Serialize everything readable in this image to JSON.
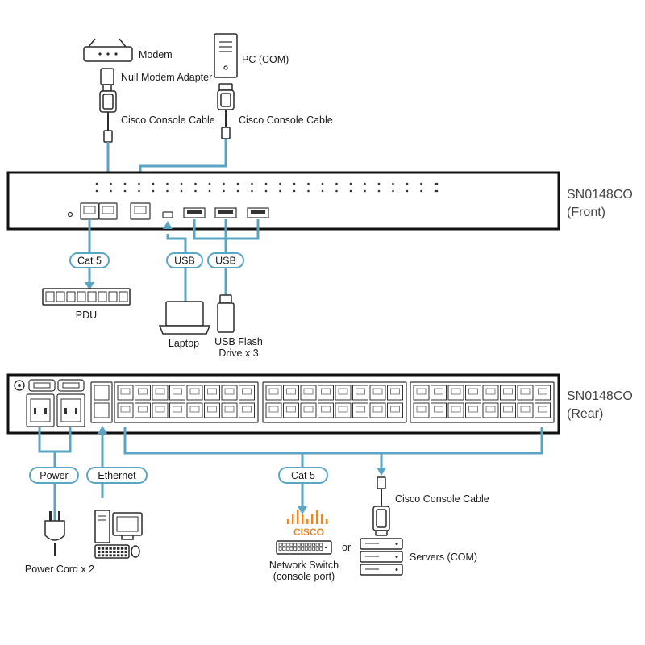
{
  "colors": {
    "cable": "#5aa5c4",
    "cisco_logo": "#e8862a",
    "outline": "#2b2b2b"
  },
  "front": {
    "model": "SN0148CO",
    "view": "(Front)",
    "modem": "Modem",
    "null_modem_adapter": "Null Modem Adapter",
    "pc_com": "PC (COM)",
    "cisco_console_cable_left": "Cisco Console Cable",
    "cisco_console_cable_right": "Cisco Console Cable",
    "cat5": "Cat 5",
    "usb_left": "USB",
    "usb_right": "USB",
    "pdu": "PDU",
    "laptop": "Laptop",
    "usb_flash_line1": "USB Flash",
    "usb_flash_line2": "Drive x 3"
  },
  "rear": {
    "model": "SN0148CO",
    "view": "(Rear)",
    "power": "Power",
    "ethernet": "Ethernet",
    "cat5": "Cat 5",
    "cisco_console_cable": "Cisco Console Cable",
    "cisco_logo": "CISCO",
    "or": "or",
    "power_cord": "Power Cord x 2",
    "network_switch_line1": "Network Switch",
    "network_switch_line2": "(console port)",
    "servers_com": "Servers (COM)"
  }
}
